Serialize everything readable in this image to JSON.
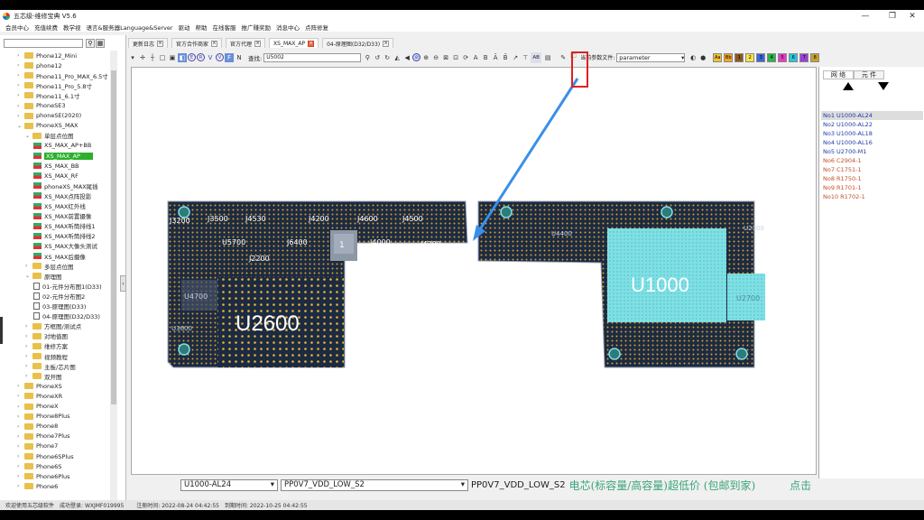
{
  "window": {
    "title": "五芯级-维修宝典 V5.6"
  },
  "menu": [
    "会员中心",
    "充值续费",
    "教学视",
    "语言&服务器Language&Server",
    "驱动",
    "帮助",
    "在线客服",
    "推广赚奖励",
    "消息中心",
    "点阵修复"
  ],
  "tree": [
    {
      "label": "Phone12_Mini",
      "indent": 1,
      "kind": "folder",
      "open": false
    },
    {
      "label": "phone12",
      "indent": 1,
      "kind": "folder",
      "open": false
    },
    {
      "label": "Phone11_Pro_MAX_6.5寸",
      "indent": 1,
      "kind": "folder",
      "open": false
    },
    {
      "label": "Phone11_Pro_5.8寸",
      "indent": 1,
      "kind": "folder",
      "open": false
    },
    {
      "label": "Phone11_6.1寸",
      "indent": 1,
      "kind": "folder",
      "open": false
    },
    {
      "label": "PhoneSE3",
      "indent": 1,
      "kind": "folder",
      "open": false
    },
    {
      "label": "phoneSE(2020)",
      "indent": 1,
      "kind": "folder",
      "open": false
    },
    {
      "label": "PhoneXS_MAX",
      "indent": 1,
      "kind": "folder",
      "open": true
    },
    {
      "label": "单层点位图",
      "indent": 2,
      "kind": "folder",
      "open": true
    },
    {
      "label": "XS_MAX_AP+BB",
      "indent": 3,
      "kind": "layer"
    },
    {
      "label": "XS_MAX_AP",
      "indent": 3,
      "kind": "layer",
      "selected": true
    },
    {
      "label": "XS_MAX_BB",
      "indent": 3,
      "kind": "layer"
    },
    {
      "label": "XS_MAX_RF",
      "indent": 3,
      "kind": "layer"
    },
    {
      "label": "phoneXS_MAX尾插",
      "indent": 3,
      "kind": "layer"
    },
    {
      "label": "XS_MAX点阵投影",
      "indent": 3,
      "kind": "layer"
    },
    {
      "label": "XS_MAX红外线",
      "indent": 3,
      "kind": "layer"
    },
    {
      "label": "XS_MAX前置摄像",
      "indent": 3,
      "kind": "layer"
    },
    {
      "label": "XS_MAX听筒排线1",
      "indent": 3,
      "kind": "layer"
    },
    {
      "label": "XS_MAX听筒排线2",
      "indent": 3,
      "kind": "layer"
    },
    {
      "label": "XS_MAX大像头测试",
      "indent": 3,
      "kind": "layer"
    },
    {
      "label": "XS_MAX后摄像",
      "indent": 3,
      "kind": "layer"
    },
    {
      "label": "多层点位图",
      "indent": 2,
      "kind": "folder",
      "open": false
    },
    {
      "label": "原理图",
      "indent": 2,
      "kind": "folder",
      "open": true
    },
    {
      "label": "01-元件分布图1(D33)",
      "indent": 3,
      "kind": "doc"
    },
    {
      "label": "02-元件分布图2",
      "indent": 3,
      "kind": "doc"
    },
    {
      "label": "03-原理图(D33)",
      "indent": 3,
      "kind": "doc"
    },
    {
      "label": "04-原理图(D32/D33)",
      "indent": 3,
      "kind": "doc"
    },
    {
      "label": "方框图/测试点",
      "indent": 2,
      "kind": "folder",
      "open": false
    },
    {
      "label": "对地值图",
      "indent": 2,
      "kind": "folder",
      "open": false
    },
    {
      "label": "维修方案",
      "indent": 2,
      "kind": "folder",
      "open": false
    },
    {
      "label": "视频教程",
      "indent": 2,
      "kind": "folder",
      "open": false
    },
    {
      "label": "主板/芯片图",
      "indent": 2,
      "kind": "folder",
      "open": false
    },
    {
      "label": "双开图",
      "indent": 2,
      "kind": "folder",
      "open": false
    },
    {
      "label": "PhoneXS",
      "indent": 1,
      "kind": "folder",
      "open": false
    },
    {
      "label": "PhoneXR",
      "indent": 1,
      "kind": "folder",
      "open": false
    },
    {
      "label": "PhoneX",
      "indent": 1,
      "kind": "folder",
      "open": false
    },
    {
      "label": "Phone8Plus",
      "indent": 1,
      "kind": "folder",
      "open": false
    },
    {
      "label": "Phone8",
      "indent": 1,
      "kind": "folder",
      "open": false
    },
    {
      "label": "Phone7Plus",
      "indent": 1,
      "kind": "folder",
      "open": false
    },
    {
      "label": "Phone7",
      "indent": 1,
      "kind": "folder",
      "open": false
    },
    {
      "label": "Phone6SPlus",
      "indent": 1,
      "kind": "folder",
      "open": false
    },
    {
      "label": "Phone6S",
      "indent": 1,
      "kind": "folder",
      "open": false
    },
    {
      "label": "Phone6Plus",
      "indent": 1,
      "kind": "folder",
      "open": false
    },
    {
      "label": "Phone6",
      "indent": 1,
      "kind": "folder",
      "open": false
    }
  ],
  "tabs": [
    {
      "label": "更新日志",
      "active": false
    },
    {
      "label": "官方合作商家",
      "active": false
    },
    {
      "label": "官方代理",
      "active": false
    },
    {
      "label": "XS_MAX_AP",
      "active": true
    },
    {
      "label": "04-原理图(D32/D33)",
      "active": false
    }
  ],
  "toolbar": {
    "find_label": "查找:",
    "find_value": "U5002",
    "ab_label": "AB",
    "param_label": "当前参数文件:",
    "param_value": "parameter",
    "swatches": [
      {
        "label": "Aa",
        "color": "#f2c230"
      },
      {
        "label": "Bb",
        "color": "#f4a623"
      },
      {
        "label": "1",
        "color": "#8a5a20"
      },
      {
        "label": "2",
        "color": "#f7e34a"
      },
      {
        "label": "3",
        "color": "#3a66d8"
      },
      {
        "label": "4",
        "color": "#2ab34a"
      },
      {
        "label": "5",
        "color": "#e83ac4"
      },
      {
        "label": "6",
        "color": "#29c5d8"
      },
      {
        "label": "7",
        "color": "#9b40d8"
      },
      {
        "label": "8",
        "color": "#c8a030"
      }
    ]
  },
  "board": {
    "left_labels": [
      "J3200",
      "J3500",
      "J4530",
      "J4200",
      "J4600",
      "J4500",
      "U5700",
      "J6400",
      "J4000",
      "J4300",
      "J2200",
      "U4700",
      "U3600"
    ],
    "center_label": "1",
    "big_chip": "U2600",
    "right_labels": [
      "U4400",
      "U2300",
      "U2700"
    ],
    "cpu": "U1000"
  },
  "right_panel": {
    "tabs": [
      "网 络",
      "元 件"
    ],
    "items": [
      {
        "text": "No1  U1000-AL24",
        "color": "#1e3aa8",
        "selected": true
      },
      {
        "text": "No2  U1000-AL22",
        "color": "#1e3aa8"
      },
      {
        "text": "No3  U1000-AL18",
        "color": "#1e3aa8"
      },
      {
        "text": "No4  U1000-AL16",
        "color": "#1e3aa8"
      },
      {
        "text": "No5  U2700-M1",
        "color": "#1e3aa8"
      },
      {
        "text": "No6  C2904-1",
        "color": "#c0502a"
      },
      {
        "text": "No7  C1751-1",
        "color": "#c0502a"
      },
      {
        "text": "No8  R1750-1",
        "color": "#c0502a"
      },
      {
        "text": "No9  R1701-1",
        "color": "#c0502a"
      },
      {
        "text": "No10  R1702-1",
        "color": "#c0502a"
      }
    ]
  },
  "bottom": {
    "pin_select": "U1000-AL24",
    "net_select": "PP0V7_VDD_LOW_S2",
    "net_text": "PP0V7_VDD_LOW_S2",
    "promo": "电芯(标容量/高容量)超低价 (包邮到家)",
    "promo_tail": "点击"
  },
  "status": {
    "welcome": "欢迎使用五芯级软件",
    "login": "成功登录: WXJMF019995",
    "register": "注册时间: 2022-08-24 04:42:55",
    "expire": "到期时间: 2022-10-25 04:42:55"
  }
}
